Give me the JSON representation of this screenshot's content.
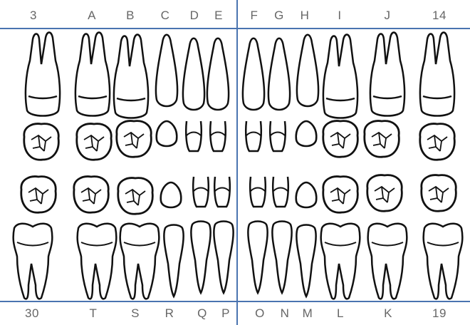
{
  "colors": {
    "divider": "#4a74b0",
    "outline": "#111111",
    "label": "#666666"
  },
  "top_labels": [
    "3",
    "A",
    "B",
    "C",
    "D",
    "E",
    "F",
    "G",
    "H",
    "I",
    "J",
    "14"
  ],
  "bottom_labels": [
    "30",
    "T",
    "S",
    "R",
    "Q",
    "P",
    "O",
    "N",
    "M",
    "L",
    "K",
    "19"
  ],
  "tooth_icons": [
    "molar-root-icon",
    "molar-crown-icon",
    "molar-occlusal-icon",
    "canine-icon",
    "incisor-icon"
  ]
}
